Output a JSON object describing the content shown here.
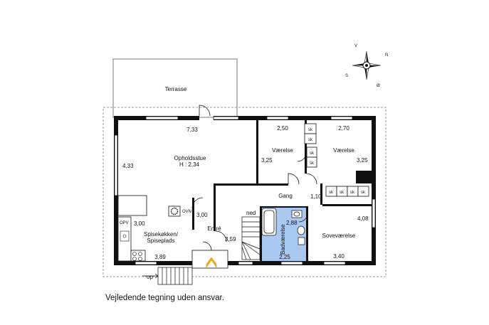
{
  "rooms": {
    "terrace": "Terrasse",
    "living": "Opholdsstue",
    "living_height": "H : 2,34",
    "room_left": "Værelse",
    "room_right": "Værelse",
    "hall": "Gang",
    "bedroom": "Soveværelse",
    "bathroom": "Badværelse",
    "entry": "Entré",
    "kitchen_line1": "Spisekøkken/",
    "kitchen_line2": "Spiseplads"
  },
  "dimensions": {
    "living_width": "7,33",
    "living_depth": "4,33",
    "room_left_width": "2,50",
    "room_left_depth": "3,25",
    "room_right_width": "2,70",
    "room_right_depth": "3,25",
    "hall_width": "1,10",
    "bedroom_depth": "4,08",
    "bedroom_width": "3,40",
    "bath_depth": "2,88",
    "bath_width": "2,25",
    "entry_depth": "3,00",
    "entry_width": "3,59",
    "kitchen_depth": "3,00",
    "kitchen_width": "3,89"
  },
  "fixtures": {
    "closet": "sk",
    "oven": "OVN",
    "dishwasher": "OPV",
    "stairs_down": "ned",
    "stairs_up": "op"
  },
  "compass": {
    "north": "N",
    "south": "S",
    "east": "Ø",
    "west": "V"
  },
  "caption": "Vejledende tegning uden ansvar.",
  "colors": {
    "wall": "#111111",
    "bathroom_fill": "#a9c9f0",
    "entry_arrow": "#f2b21b",
    "dashed_outline": "#999999"
  }
}
